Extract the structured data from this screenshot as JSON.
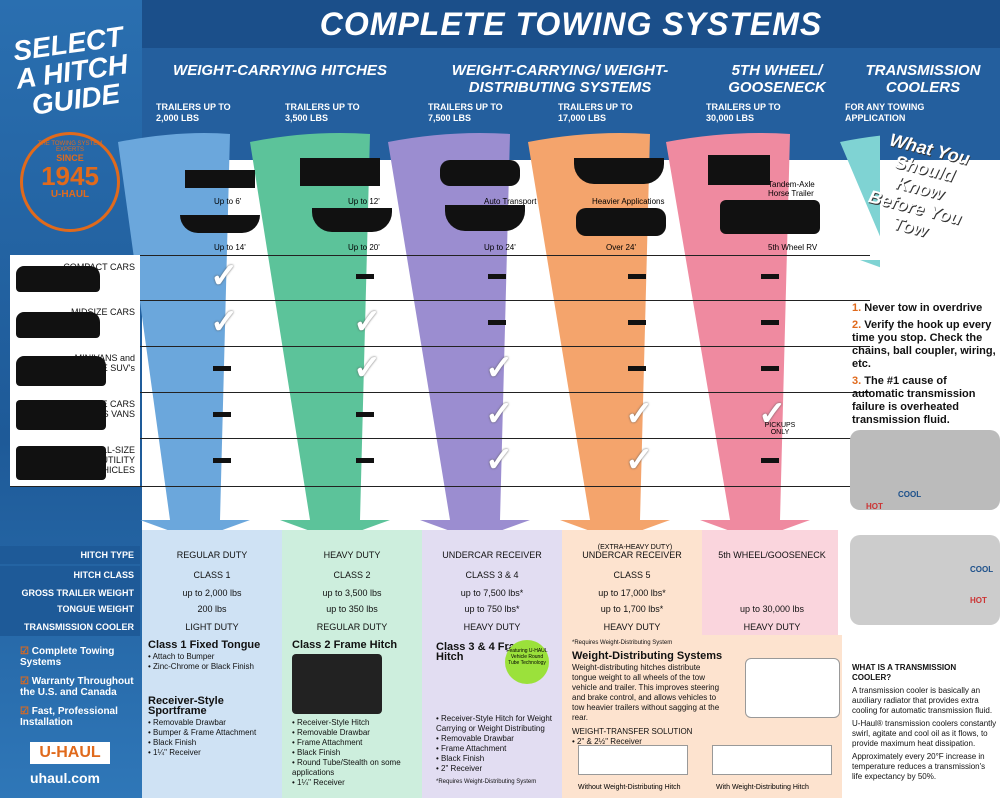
{
  "title": "COMPLETE TOWING SYSTEMS",
  "select_guide": [
    "SELECT",
    "A HITCH",
    "GUIDE"
  ],
  "stamp": {
    "top": "THE TOWING SYSTEM EXPERTS",
    "mid": "SINCE",
    "year": "1945",
    "brand": "U-HAUL"
  },
  "columns": [
    {
      "heading": "WEIGHT-CARRYING HITCHES",
      "trailers": [
        "TRAILERS UP TO 2,000 LBS",
        "TRAILERS UP TO 3,500 LBS"
      ]
    },
    {
      "heading": "WEIGHT-CARRYING/ WEIGHT-DISTRIBUTING SYSTEMS",
      "trailers": [
        "TRAILERS UP TO 7,500 LBS",
        "TRAILERS UP TO 17,000 LBS"
      ]
    },
    {
      "heading": "5TH WHEEL/ GOOSENECK",
      "trailers": [
        "TRAILERS UP TO 30,000 LBS"
      ]
    },
    {
      "heading": "TRANSMISSION COOLERS",
      "trailers": [
        "FOR ANY TOWING APPLICATION"
      ]
    }
  ],
  "arrow_notes": [
    "Up to 6'",
    "Up to 14'",
    "Up to 12'",
    "Up to 20'",
    "Auto Transport",
    "Up to 24'",
    "Heavier Applications",
    "Over 24'",
    "Tandem-Axle Horse Trailer",
    "5th Wheel RV"
  ],
  "what_you_should_know": "What You Should Know Before You Tow",
  "vehicles": [
    "COMPACT CARS",
    "MIDSIZE CARS",
    "MINIVANS and MIDSIZE SUV's",
    "FULL-SIZE CARS PICKUPS VANS",
    "FULL-SIZE SPORT UTILITY VEHICLES"
  ],
  "pickups_only": "PICKUPS ONLY",
  "matrix": [
    [
      "check",
      "dash",
      "dash",
      "dash",
      "dash"
    ],
    [
      "check",
      "check",
      "dash",
      "dash",
      "dash"
    ],
    [
      "dash",
      "check",
      "check",
      "dash",
      "dash"
    ],
    [
      "dash",
      "dash",
      "check",
      "check",
      "check"
    ],
    [
      "dash",
      "dash",
      "check",
      "check",
      "dash"
    ]
  ],
  "spec_labels": [
    "HITCH TYPE",
    "HITCH CLASS",
    "GROSS TRAILER WEIGHT",
    "TONGUE WEIGHT",
    "TRANSMISSION COOLER"
  ],
  "specs": [
    [
      "REGULAR DUTY",
      "HEAVY DUTY",
      "UNDERCAR RECEIVER",
      "UNDERCAR RECEIVER",
      "5th WHEEL/GOOSENECK"
    ],
    [
      "CLASS 1",
      "CLASS 2",
      "CLASS 3 & 4",
      "CLASS 5",
      ""
    ],
    [
      "up to 2,000 lbs",
      "up to 3,500 lbs",
      "up to 7,500 lbs*",
      "up to 17,000 lbs*",
      ""
    ],
    [
      "200 lbs",
      "up to 350 lbs",
      "up to 750 lbs*",
      "up to 1,700 lbs*",
      "up to 30,000 lbs"
    ],
    [
      "LIGHT DUTY",
      "REGULAR DUTY",
      "HEAVY DUTY",
      "HEAVY DUTY",
      "HEAVY DUTY"
    ]
  ],
  "extra_heavy": "(EXTRA-HEAVY DUTY)",
  "tips": [
    "1.",
    "Never tow in overdrive",
    "2.",
    "Verify the hook up every time you stop. Check the chains, ball coupler, wiring, etc.",
    "3.",
    "The #1 cause of automatic transmission failure is overheated transmission fluid."
  ],
  "cool_hot": [
    "COOL",
    "HOT",
    "COOL",
    "HOT"
  ],
  "left_features": [
    "Complete Towing Systems",
    "Warranty Throughout the U.S. and Canada",
    "Fast, Professional Installation"
  ],
  "brand": "U-HAUL",
  "url": "uhaul.com",
  "class1": {
    "title": "Class 1 Fixed Tongue",
    "items": [
      "Attach to Bumper",
      "Zinc-Chrome or Black Finish"
    ]
  },
  "receiver": {
    "title": "Receiver-Style Sportframe",
    "items": [
      "Removable Drawbar",
      "Bumper & Frame Attachment",
      "Black Finish",
      "1¼\" Receiver"
    ]
  },
  "class2": {
    "title": "Class 2 Frame Hitch",
    "items": [
      "Receiver-Style Hitch",
      "Removable Drawbar",
      "Frame Attachment",
      "Black Finish",
      "Round Tube/Stealth on some applications",
      "1¼\" Receiver"
    ]
  },
  "class34": {
    "title": "Class 3 & 4 Frame Hitch",
    "badge": "Featuring U-HAUL Vehicle Round Tube Technology",
    "items": [
      "Receiver-Style Hitch for Weight Carrying or Weight Distributing",
      "Removable Drawbar",
      "Frame Attachment",
      "Black Finish",
      "2\" Receiver"
    ],
    "note": "*Requires Weight-Distributing System"
  },
  "wds": {
    "note": "*Requires Weight-Distributing System",
    "title": "Weight-Distributing Systems",
    "desc": "Weight-distributing hitches distribute tongue weight to all wheels of the tow vehicle and trailer. This improves steering and brake control, and allows vehicles to tow heavier trailers without sagging at the rear.",
    "sub": "WEIGHT-TRANSFER SOLUTION",
    "items": [
      "2\" & 2½\" Receiver"
    ],
    "without": "Without Weight-Distributing Hitch",
    "with": "With Weight-Distributing Hitch"
  },
  "cooler_q": "WHAT IS A TRANSMISSION COOLER?",
  "cooler_paras": [
    "A transmission cooler is basically an auxiliary radiator that provides extra cooling for automatic transmission fluid.",
    "U-Haul® transmission coolers constantly swirl, agitate and cool oil as it flows, to provide maximum heat dissipation.",
    "Approximately every 20°F increase in temperature reduces a transmission's life expectancy by 50%."
  ],
  "colors": {
    "blue": "#6ba7dc",
    "green": "#5cc39a",
    "purple": "#9b8dd0",
    "orange": "#f4a46c",
    "pink": "#ef8aa0",
    "teal": "#7fd3d3",
    "accent": "#e06a1c"
  }
}
